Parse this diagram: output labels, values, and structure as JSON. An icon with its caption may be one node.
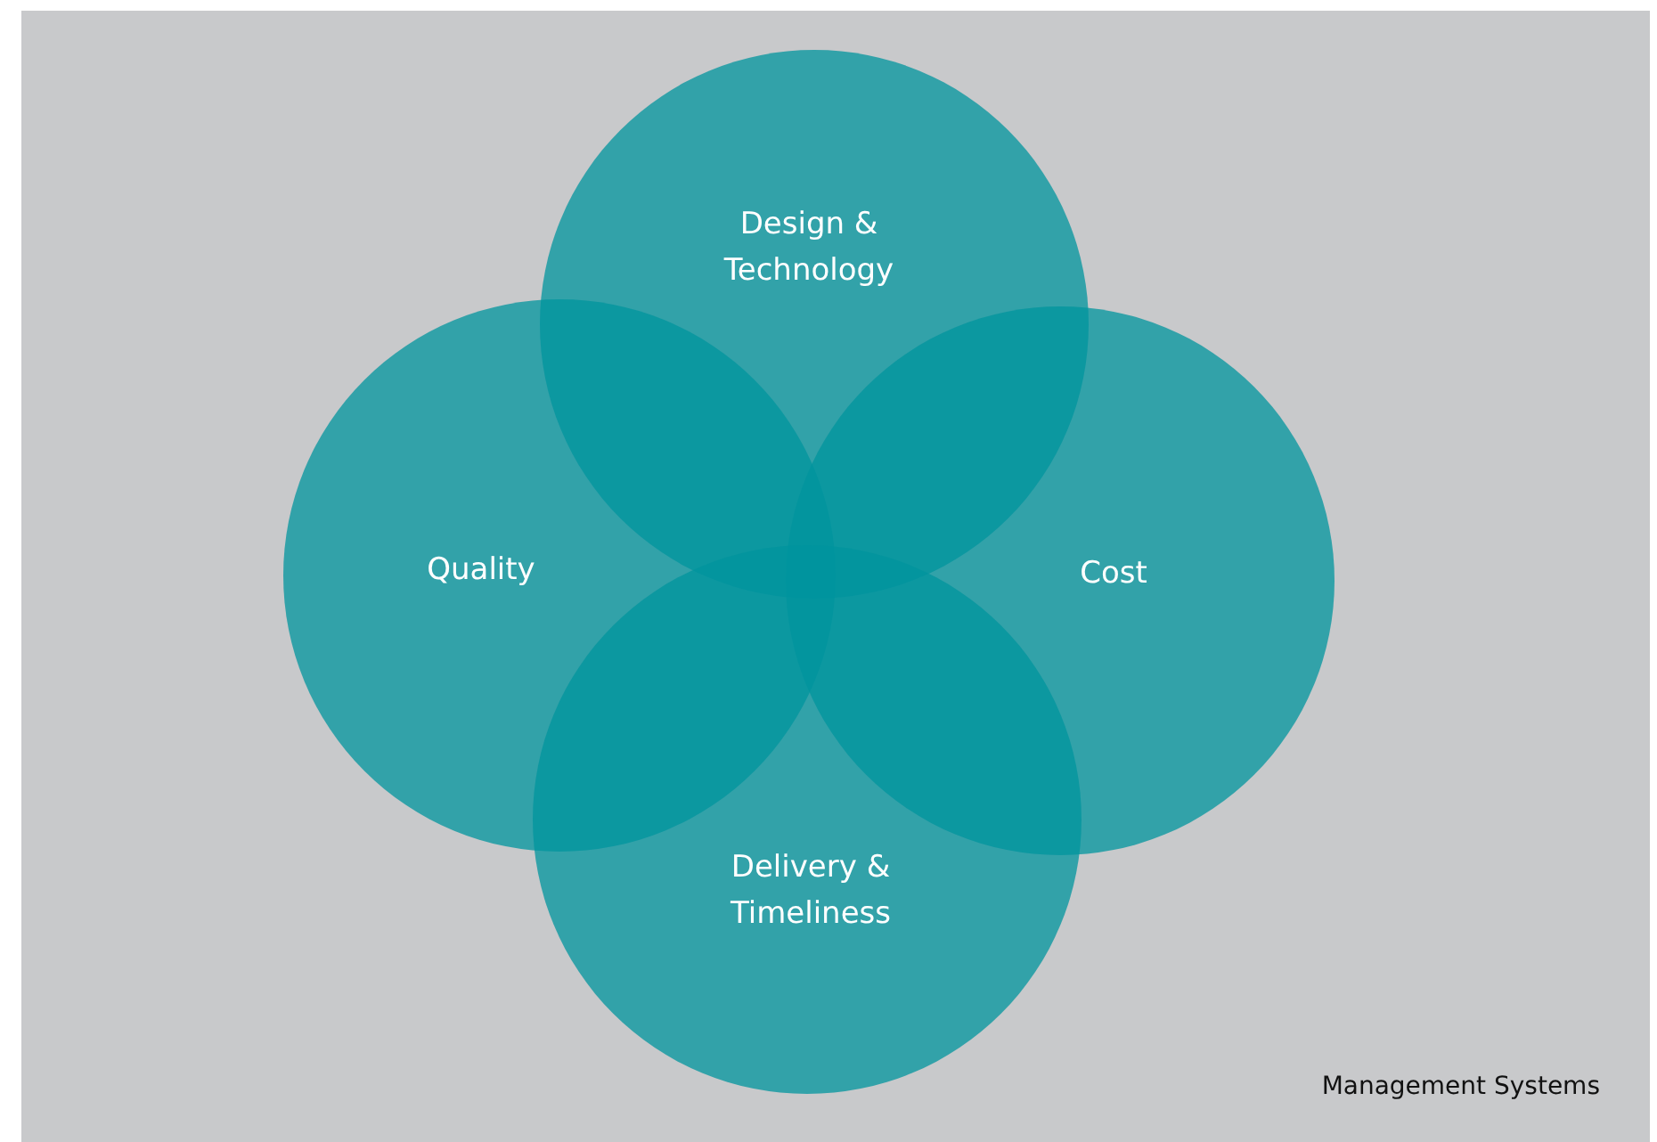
{
  "diagram": {
    "nodes": [
      {
        "text": [
          "Design & Technology"
        ]
      },
      {
        "text": [
          "Quality"
        ]
      },
      {
        "text": [
          "Cost"
        ]
      },
      {
        "text": [
          "Delivery & Timeliness"
        ]
      }
    ],
    "labels": [
      "Management Systems"
    ]
  }
}
